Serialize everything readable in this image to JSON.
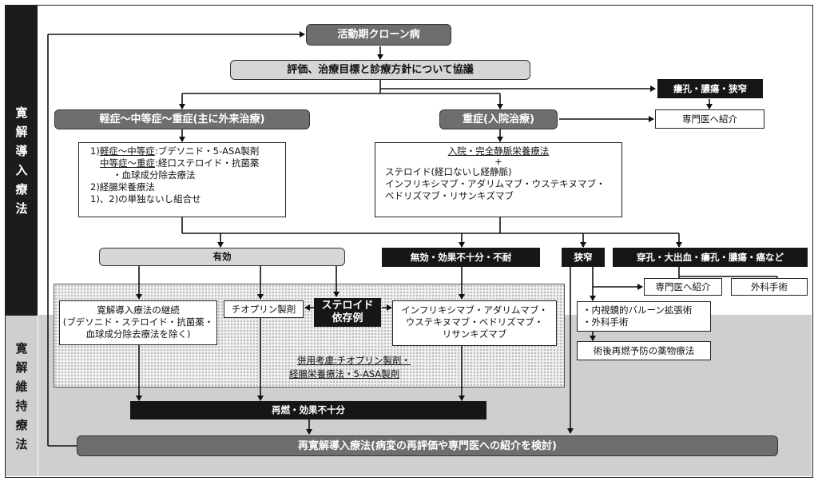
{
  "side": {
    "induction": [
      "寛",
      "解",
      "導",
      "入",
      "療",
      "法"
    ],
    "maintenance": [
      "寛",
      "解",
      "維",
      "持",
      "療",
      "法"
    ]
  },
  "top": {
    "title": "活動期クローン病",
    "consult": "評価、治療目標と診療方針について協議"
  },
  "fistula_top": "瘻孔・膿瘍・狭窄",
  "specialist_top": "専門医へ紹介",
  "mild": {
    "header": "軽症～中等症～重症(主に外来治療)",
    "line1_pre": "1)",
    "line1_u": "軽症～中等症",
    "line1_post": ":ブデソニド・5-ASA製剤",
    "line2_u": "中等症～重症",
    "line2_post": ":経口ステロイド・抗菌薬",
    "line3": "・血球成分除去療法",
    "line4": "2)経腸栄養療法",
    "line5": "1)、2)の単独ないし組合せ"
  },
  "severe": {
    "header": "重症(入院治療)",
    "line1": "入院・完全静脈栄養療法",
    "plus": "+",
    "line2": "ステロイド(経口ないし経静脈)",
    "line3": "インフリキシマブ・アダリムマブ・ウステキヌマブ・",
    "line4": "ベドリズマブ・リサンキズマブ"
  },
  "effective": "有効",
  "ineffective": "無効・効果不十分・不耐",
  "stenosis": "狭窄",
  "perforation": "穿孔・大出血・瘻孔・膿瘍・癌など",
  "specialist_mid": "専門医へ紹介",
  "surgery": "外科手術",
  "continue": {
    "line1": "寛解導入療法の継続",
    "line2": "(ブデソニド・ステロイド・抗菌薬・",
    "line3": "血球成分除去療法を除く)"
  },
  "thiopurine": "チオプリン製剤",
  "steroid_dep": {
    "line1": "ステロイド",
    "line2": "依存例"
  },
  "biologics": {
    "line1": "インフリキシマブ・アダリムマブ・",
    "line2": "ウステキヌマブ・ベドリズマブ・",
    "line3": "リサンキズマブ"
  },
  "combined": {
    "line1": "併用考慮:チオプリン製剤・",
    "line2": "経腸栄養療法・5-ASA製剤"
  },
  "endoscopic": {
    "line1": "・内視鏡的バルーン拡張術",
    "line2": "・外科手術"
  },
  "postop": "術後再燃予防の薬物療法",
  "relapse": "再燃・効果不十分",
  "reinduction": "再寛解導入療法(病変の再評価や専門医への紹介を検討)",
  "colors": {
    "dark_header": "#6e6e6e",
    "light_header": "#d6d6d6",
    "black_box": "#161616",
    "maintenance_bg": "#cfcfcf"
  }
}
